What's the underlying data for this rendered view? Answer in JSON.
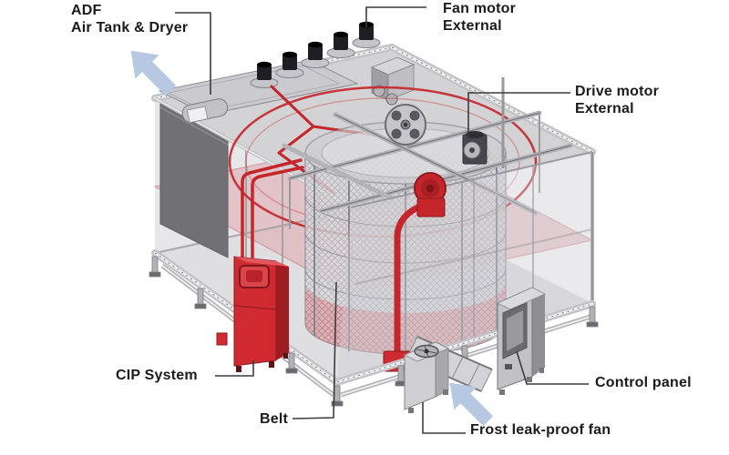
{
  "diagram": {
    "labels": {
      "adf": {
        "line1": "ADF",
        "line2": "Air Tank & Dryer"
      },
      "fan_motor": {
        "line1": "Fan motor",
        "line2": "External"
      },
      "drive_motor": {
        "line1": "Drive motor",
        "line2": "External"
      },
      "cip": {
        "text": "CIP System"
      },
      "belt": {
        "text": "Belt"
      },
      "frost_fan": {
        "text": "Frost leak-proof fan"
      },
      "control_panel": {
        "text": "Control panel"
      }
    },
    "icons": {
      "direction_arrow_top": "arrow-up-left",
      "direction_arrow_bottom": "arrow-up-left"
    },
    "colors": {
      "accent_red": "#c5262c",
      "dark_red": "#8e1b1e",
      "cip_red": "#d02b30",
      "arrow_blue": "#b7c8e3",
      "label_color": "#1b1b1b",
      "leader_color": "#3c3c40",
      "wall_dark": "#717175",
      "structure_gray": "#c9c9cd",
      "floor_pink": "#e0acb2",
      "background": "#ffffff"
    }
  }
}
